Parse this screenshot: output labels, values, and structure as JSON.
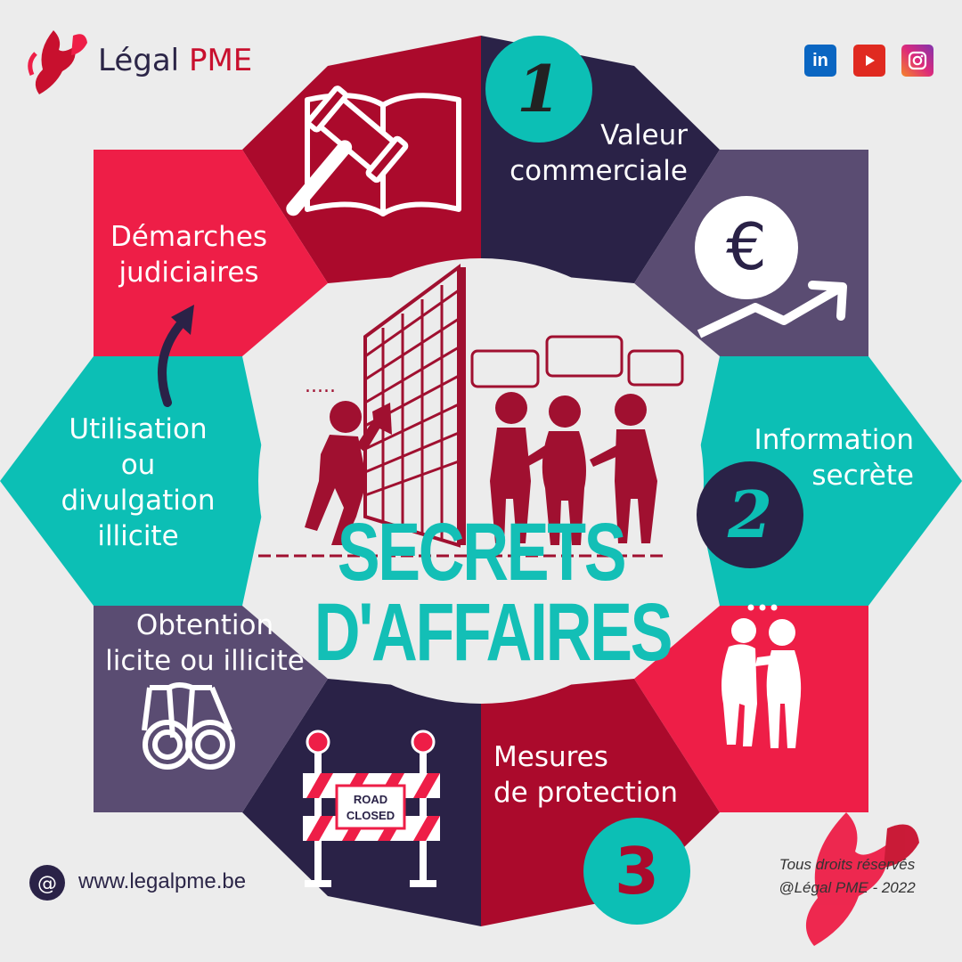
{
  "brand": {
    "name_part1": "Légal",
    "name_part2": "PME"
  },
  "social": {
    "linkedin": "in",
    "youtube": "youtube-icon",
    "instagram": "instagram-icon"
  },
  "center_title": {
    "line1": "SECRETS",
    "line2": "D'AFFAIRES"
  },
  "segments": {
    "valeur": {
      "line1": "Valeur",
      "line2": "commerciale",
      "number": "1"
    },
    "information": {
      "line1": "Information",
      "line2": "secrète",
      "number": "2"
    },
    "mesures": {
      "line1": "Mesures",
      "line2": "de protection",
      "number": "3"
    },
    "obtention": {
      "line1": "Obtention",
      "line2": "licite ou illicite"
    },
    "utilisation": {
      "line1": "Utilisation",
      "line2": "ou",
      "line3": "divulgation",
      "line4": "illicite"
    },
    "demarches": {
      "line1": "Démarches",
      "line2": "judiciaires"
    }
  },
  "barricade_sign": {
    "line1": "ROAD",
    "line2": "CLOSED"
  },
  "footer": {
    "website": "www.legalpme.be",
    "rights_line1": "Tous droits réservés",
    "rights_line2": "@Légal PME - 2022"
  },
  "colors": {
    "crimson": "#ab0a2c",
    "red": "#ee1e47",
    "navy": "#2a2247",
    "purple": "#5a4c72",
    "teal": "#0cbfb5",
    "background": "#ececec"
  }
}
